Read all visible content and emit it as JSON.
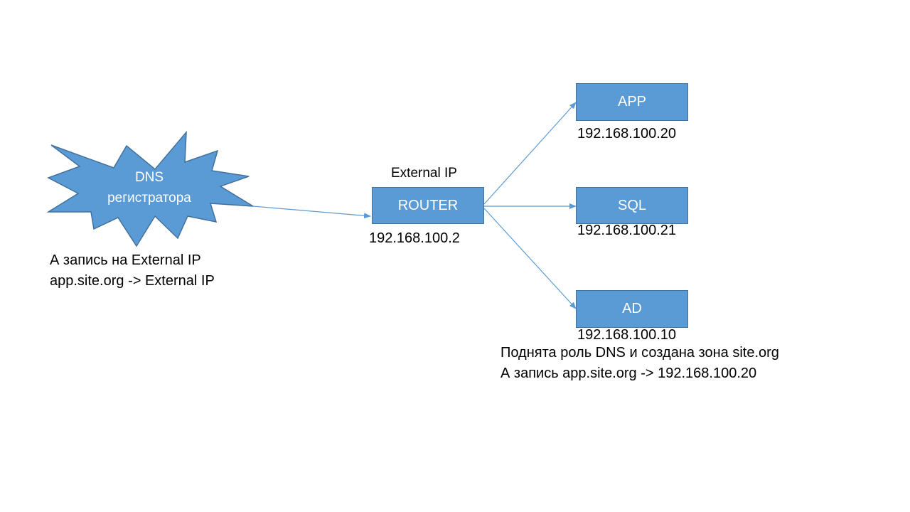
{
  "colors": {
    "node_fill": "#5b9bd5",
    "node_border": "#41719c",
    "connector": "#5b9bd5",
    "node_text": "#ffffff",
    "label_text": "#000000"
  },
  "dns_registrar": {
    "line1": "DNS",
    "line2": "регистратора",
    "note_line1": "А запись на External IP",
    "note_line2": "app.site.org -> External IP"
  },
  "router": {
    "label": "ROUTER",
    "top_label": "External IP",
    "ip": "192.168.100.2"
  },
  "servers": [
    {
      "label": "APP",
      "ip": "192.168.100.20"
    },
    {
      "label": "SQL",
      "ip": "192.168.100.21"
    },
    {
      "label": "AD",
      "ip": "192.168.100.10"
    }
  ],
  "ad_note": {
    "line1": "Поднята роль DNS и создана зона site.org",
    "line2": "А запись app.site.org -> 192.168.100.20"
  }
}
